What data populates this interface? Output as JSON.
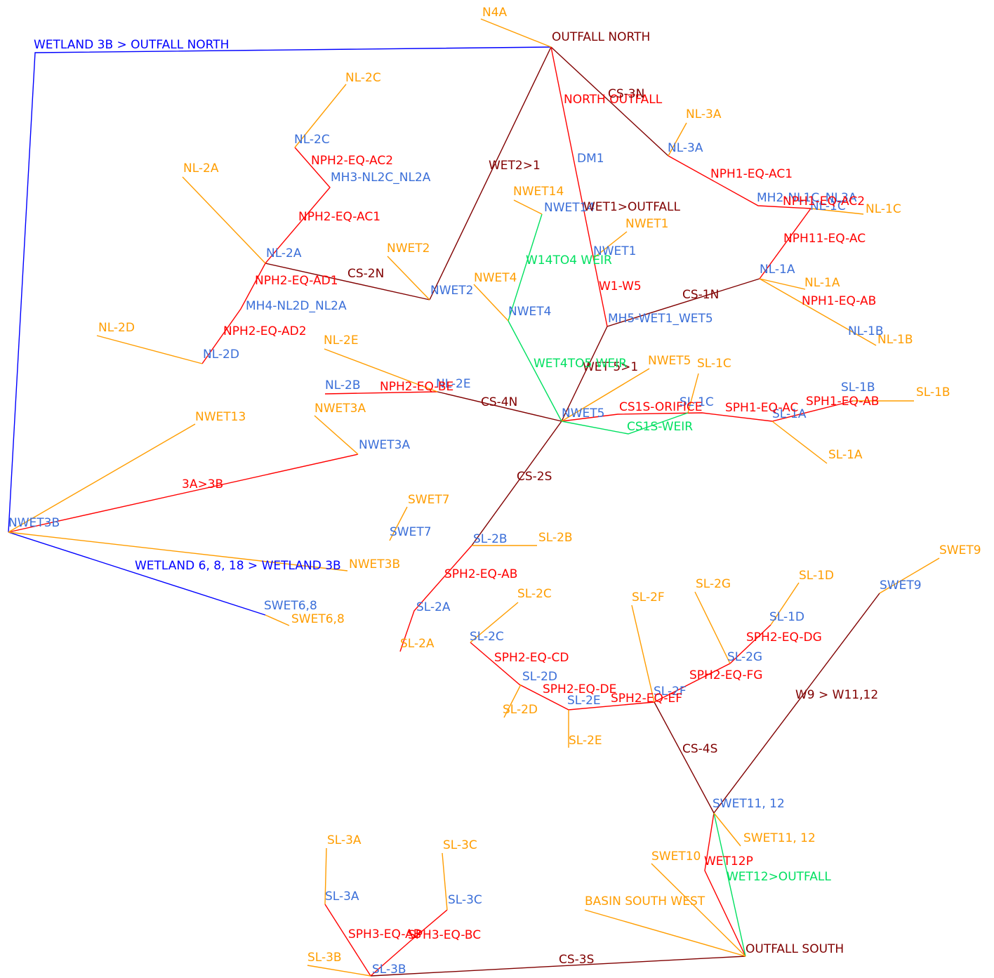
{
  "colors": {
    "conduit": "#ff0000",
    "storage": "#800000",
    "weir": "#00e060",
    "subcatchment": "#ff9d00",
    "link_blue": "#0000ff",
    "junction_label": "#3a6ed8"
  },
  "labels": {
    "n4a": "N4A",
    "outfall_north": "OUTFALL NORTH",
    "wetland3b_outfall_north": "WETLAND 3B > OUTFALL NORTH",
    "nl2c_sub": "NL-2C",
    "nl2c_node": "NL-2C",
    "nph2_eq_ac2": "NPH2-EQ-AC2",
    "mh3_nl2c_nl2a": "MH3-NL2C_NL2A",
    "nl2a_sub": "NL-2A",
    "nph2_eq_ac1": "NPH2-EQ-AC1",
    "nl2a_node": "NL-2A",
    "nph2_eq_ad1": "NPH2-EQ-AD1",
    "cs2n": "CS-2N",
    "mh4_nl2d_nl2a": "MH4-NL2D_NL2A",
    "nph2_eq_ad2": "NPH2-EQ-AD2",
    "nl2d_sub": "NL-2D",
    "nl2d_node": "NL-2D",
    "nl2e_sub": "NL-2E",
    "nl2b_node": "NL-2B",
    "nph2_eq_be": "NPH2-EQ-BE",
    "nl2e_node": "NL-2E",
    "cs4n": "CS-4N",
    "nwet13": "NWET13",
    "nwet3a_sub": "NWET3A",
    "nwet3a_node": "NWET3A",
    "a3_3b": "3A>3B",
    "nwet3b_node": "NWET3B",
    "nwet3b_sub": "NWET3B",
    "wetland_6_8_18": "WETLAND 6, 8, 18 > WETLAND 3B",
    "swet68_node": "SWET6,8",
    "swet68_sub": "SWET6,8",
    "wet2_1": "WET2>1",
    "nwet2_sub": "NWET2",
    "nwet2_node": "NWET2",
    "cs3n": "CS-3N",
    "north_outfall": "NORTH OUTFALL",
    "dm1": "DM1",
    "nwet14_sub": "NWET14",
    "nwet14_node": "NWET14",
    "wet1_outfall": "WET1>OUTFALL",
    "nwet1_sub": "NWET1",
    "nwet1_node": "NWET1",
    "w14to4_weir": "W14TO4 WEIR",
    "nwet4_sub": "NWET4",
    "nwet4_node": "NWET4",
    "w1_w5": "W1-W5",
    "mh5_wet1_wet5": "MH5-WET1_WET5",
    "cs1n": "CS-1N",
    "wet4to5_weir": "WET4TO5 WEIR",
    "wet5_1": "WET 5>1",
    "nwet5_sub": "NWET5",
    "nwet5_node": "NWET5",
    "cs1s_orifice": "CS1S-ORIFICE",
    "cs1s_weir": "CS1S-WEIR",
    "nl3a_sub": "NL-3A",
    "nl3a_node": "NL-3A",
    "nph1_eq_ac1": "NPH1-EQ-AC1",
    "mh2_nl1c_nl3a": "MH2-NL1C_NL3A",
    "nph1_eq_ac2": "NPH1-EQ-AC2",
    "nl1c_node": "NL-1C",
    "nl1c_sub": "NL-1C",
    "nph11_eq_ac": "NPH11-EQ-AC",
    "nl1a_node": "NL-1A",
    "nl1a_sub": "NL-1A",
    "nph1_eq_ab": "NPH1-EQ-AB",
    "nl1b_node": "NL-1B",
    "nl1b_sub": "NL-1B",
    "sl1c_sub": "SL-1C",
    "sl1c_node": "SL-1C",
    "sph1_eq_ac": "SPH1-EQ-AC",
    "sl1a_node": "SL-1A",
    "sph1_eq_ab": "SPH1-EQ-AB",
    "sl1b_node": "SL-1B",
    "sl1b_sub": "SL-1B",
    "sl1a_sub": "SL-1A",
    "cs2s": "CS-2S",
    "swet7_sub": "SWET7",
    "swet7_node": "SWET7",
    "sl2b_node": "SL-2B",
    "sl2b_sub": "SL-2B",
    "sph2_eq_ab": "SPH2-EQ-AB",
    "sl2a_node": "SL-2A",
    "sl2a_sub": "SL-2A",
    "sl2c_sub": "SL-2C",
    "sl2c_node": "SL-2C",
    "sph2_eq_cd": "SPH2-EQ-CD",
    "sl2d_node": "SL-2D",
    "sph2_eq_de": "SPH2-EQ-DE",
    "sl2d_sub": "SL-2D",
    "sl2e_node": "SL-2E",
    "sl2e_sub": "SL-2E",
    "sph2_eq_ef": "SPH2-EQ-EF",
    "sl2f_node": "SL-2F",
    "sl2f_sub": "SL-2F",
    "sl2g_sub": "SL-2G",
    "sl2g_node": "SL-2G",
    "sph2_eq_fg": "SPH2-EQ-FG",
    "sl1d_sub": "SL-1D",
    "sl1d_node": "SL-1D",
    "sph2_eq_dg": "SPH2-EQ-DG",
    "swet9_sub": "SWET9",
    "swet9_node": "SWET9",
    "w9_w11_12": "W9 > W11,12",
    "cs4s": "CS-4S",
    "swet11_12_node": "SWET11, 12",
    "swet11_12_sub": "SWET11, 12",
    "swet10": "SWET10",
    "wet12p": "WET12P",
    "wet12_outfall": "WET12>OUTFALL",
    "basin_south_west": "BASIN SOUTH WEST",
    "outfall_south": "OUTFALL SOUTH",
    "cs3s": "CS-3S",
    "sl3a_sub": "SL-3A",
    "sl3a_node": "SL-3A",
    "sl3c_sub": "SL-3C",
    "sl3c_node": "SL-3C",
    "sph3_eq_ab": "SPH3-EQ-AB",
    "sph3_eq_bc": "SPH3-EQ-BC",
    "sl3b_sub": "SL-3B",
    "sl3b_node": "SL-3B"
  }
}
